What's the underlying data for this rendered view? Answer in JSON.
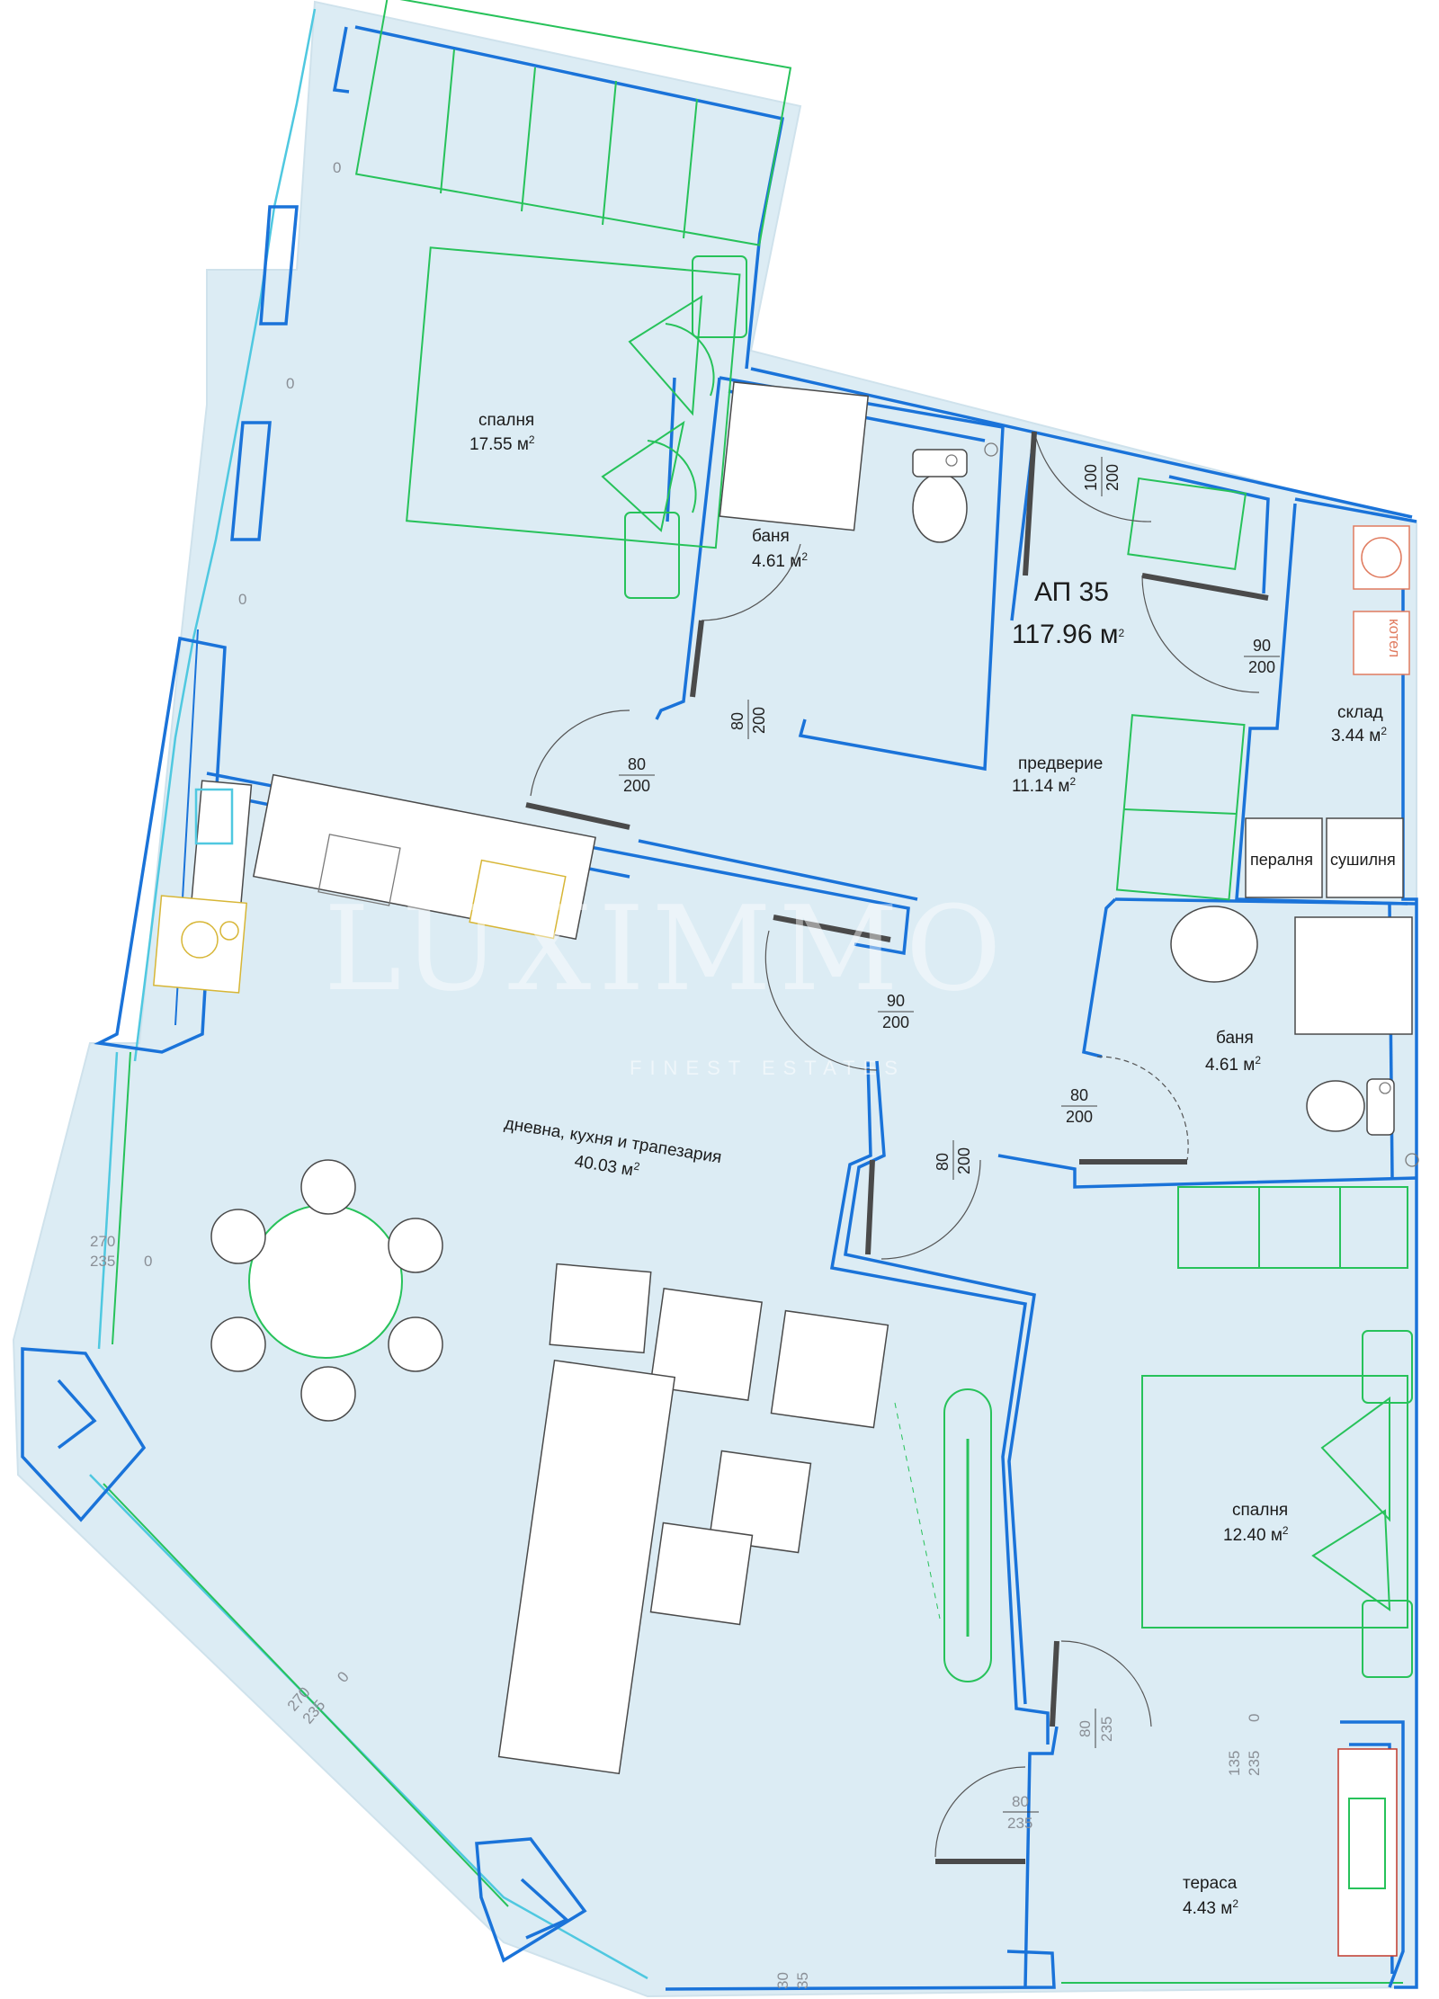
{
  "apartment": {
    "title": "АП 35",
    "area": "117.96 м",
    "area_sup": "2"
  },
  "rooms": {
    "bedroom1": {
      "name": "спалня",
      "area": "17.55 м",
      "sup": "2"
    },
    "bath1": {
      "name": "баня",
      "area": "4.61 м",
      "sup": "2"
    },
    "hall": {
      "name": "предверие",
      "area": "11.14 м",
      "sup": "2"
    },
    "storage": {
      "name": "склад",
      "area": "3.44 м",
      "sup": "2"
    },
    "bath2": {
      "name": "баня",
      "area": "4.61 м",
      "sup": "2"
    },
    "living": {
      "name": "дневна, кухня и трапезария",
      "area": "40.03 м",
      "sup": "2"
    },
    "bedroom2": {
      "name": "спалня",
      "area": "12.40 м",
      "sup": "2"
    },
    "terrace": {
      "name": "тераса",
      "area": "4.43 м",
      "sup": "2"
    }
  },
  "appliances": {
    "washer": "пералня",
    "dryer": "сушилня",
    "boiler": "котел"
  },
  "doors": {
    "d_entry": {
      "w": "100",
      "h": "200"
    },
    "d_bath1": {
      "w": "80",
      "h": "200"
    },
    "d_bed1": {
      "w": "80",
      "h": "200"
    },
    "d_storage": {
      "w": "90",
      "h": "200"
    },
    "d_living": {
      "w": "90",
      "h": "200"
    },
    "d_bath2": {
      "w": "80",
      "h": "200"
    },
    "d_bed2": {
      "w": "80",
      "h": "200"
    },
    "d_terrace_bed": {
      "w": "80",
      "h": "235"
    },
    "d_terrace_liv": {
      "w": "80",
      "h": "235"
    }
  },
  "windows": {
    "w_left_a": {
      "top": "270",
      "bottom": "235",
      "zero": "0"
    },
    "w_diag": {
      "top": "270",
      "bottom": "235",
      "zero": "0"
    },
    "w_terr": {
      "top": "135",
      "bottom": "235",
      "zero": "0"
    },
    "w_bottom": {
      "a": "30",
      "b": "35"
    },
    "zero_marks": [
      "0",
      "0",
      "0"
    ]
  },
  "watermark": {
    "text": "LUXIMMO",
    "sub": "FINEST ESTATES"
  },
  "colors": {
    "wall": "#1a73d9",
    "floor": "#dcecf4",
    "glass": "#4fc8e0",
    "green": "#27c25a"
  }
}
